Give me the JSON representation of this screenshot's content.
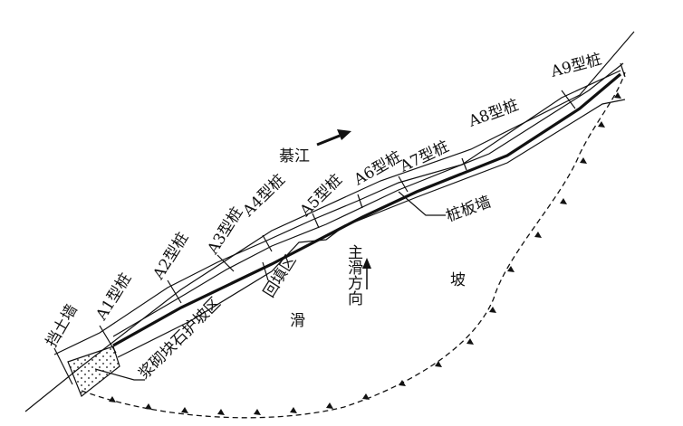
{
  "labels": {
    "retaining_wall": "挡土墙",
    "piles": [
      "A1型桩",
      "A2型桩",
      "A3型桩",
      "A4型桩",
      "A5型桩",
      "A6型桩",
      "A7型桩",
      "A8型桩",
      "A9型桩"
    ],
    "river": "綦江",
    "pile_sheet_wall": "桩板墙",
    "main_slide_direction": "主滑方向",
    "backfill_zone": "回填区",
    "masonry_slope_protection": "浆砌块石护坡区",
    "landslide_char1": "滑",
    "landslide_char2": "坡"
  }
}
